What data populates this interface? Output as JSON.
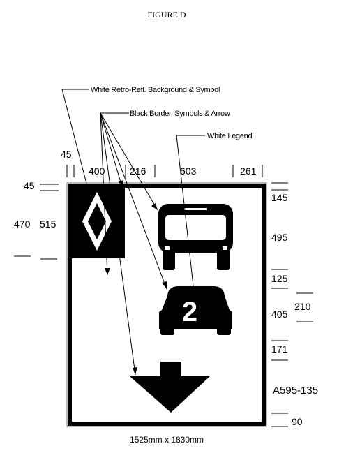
{
  "figure_title": "FIGURE D",
  "callouts": {
    "white_background": "White Retro-Refl. Background & Symbol",
    "black_border": "Black Border, Symbols & Arrow",
    "white_legend": "White Legend"
  },
  "top_dims": [
    "45",
    "400",
    "216",
    "603",
    "261"
  ],
  "left_dims": [
    "45",
    "470",
    "515"
  ],
  "right_dims": [
    "145",
    "495",
    "125",
    "405",
    "210",
    "171",
    "90"
  ],
  "sign_code": "A595-135",
  "legend_numeral": "2",
  "overall_size": "1525mm x 1830mm"
}
